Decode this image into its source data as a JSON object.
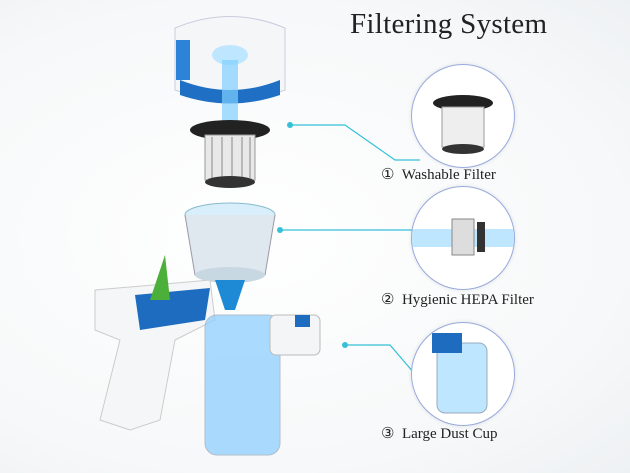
{
  "title": "Filtering System",
  "features": [
    {
      "number": "①",
      "label": "Washable Filter"
    },
    {
      "number": "②",
      "label": "Hygienic HEPA Filter"
    },
    {
      "number": "③",
      "label": "Large Dust Cup"
    }
  ],
  "colors": {
    "accent": "#1e90d6",
    "line": "#35c0d8"
  }
}
